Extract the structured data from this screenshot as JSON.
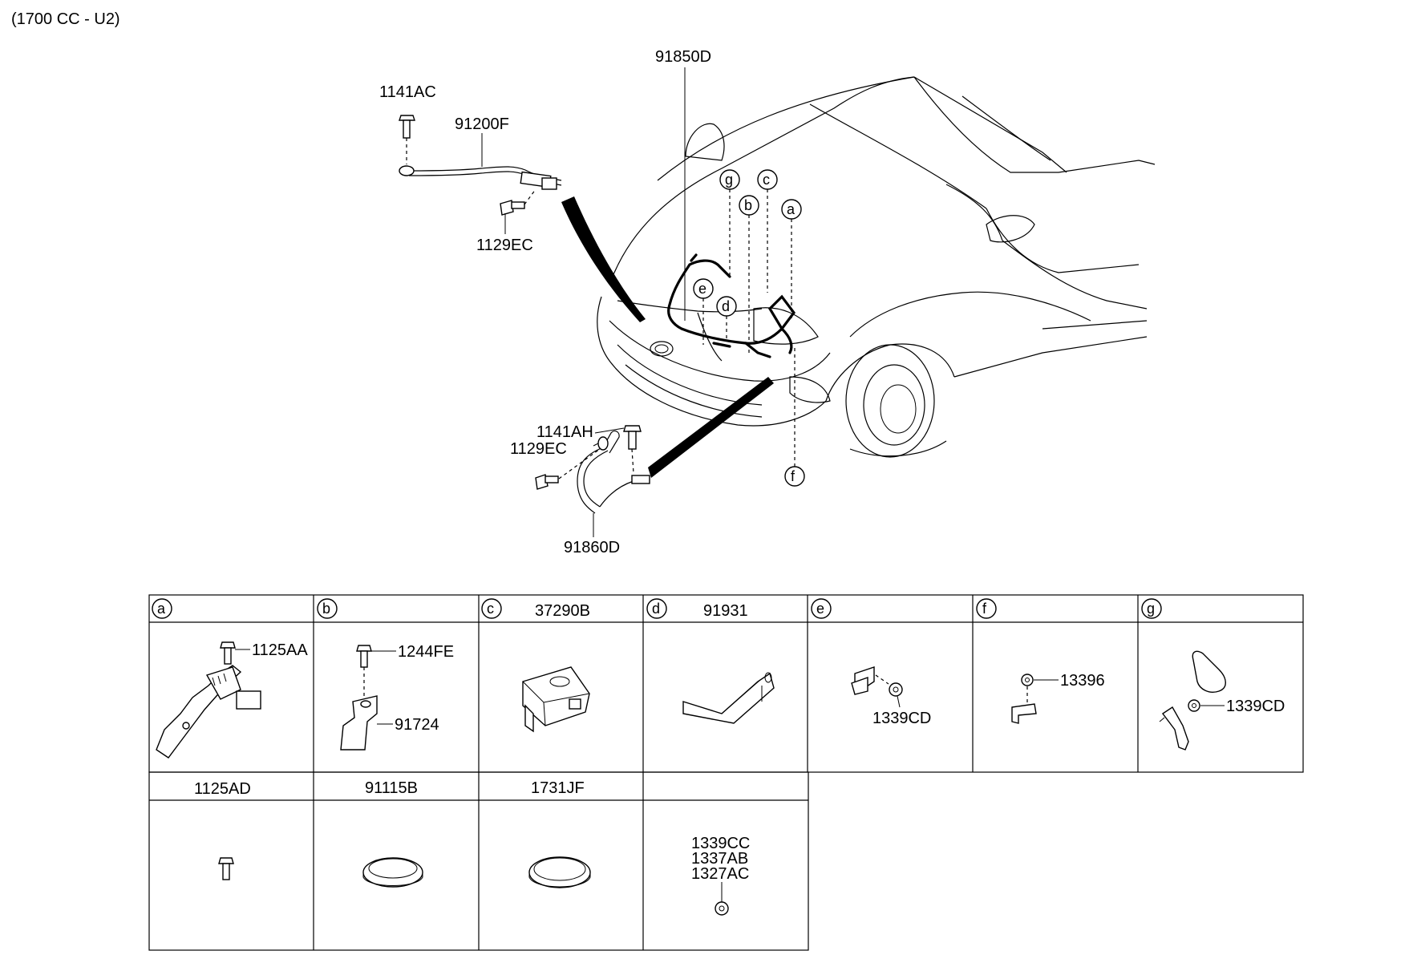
{
  "header": {
    "engine_label": "(1700 CC - U2)"
  },
  "callouts": {
    "p1141AC": "1141AC",
    "p91200F": "91200F",
    "p1129EC_top": "1129EC",
    "p91850D": "91850D",
    "p1141AH": "1141AH",
    "p1129EC_bottom": "1129EC",
    "p91860D": "91860D"
  },
  "markers": {
    "a": "a",
    "b": "b",
    "c": "c",
    "d": "d",
    "e": "e",
    "f": "f",
    "g": "g"
  },
  "table": {
    "headers_row1": [
      "a",
      "b",
      "c",
      "d",
      "e",
      "f",
      "g"
    ],
    "header_titles_row1": {
      "c": "37290B",
      "d": "91931"
    },
    "cells_row1": {
      "a": [
        "1125AA"
      ],
      "b": [
        "1244FE",
        "91724"
      ],
      "e": [
        "1339CD"
      ],
      "f": [
        "13396"
      ],
      "g": [
        "1339CD"
      ]
    },
    "headers_row2": [
      "1125AD",
      "91115B",
      "1731JF",
      ""
    ],
    "cell_row2_d_labels": [
      "1339CC",
      "1337AB",
      "1327AC"
    ]
  }
}
